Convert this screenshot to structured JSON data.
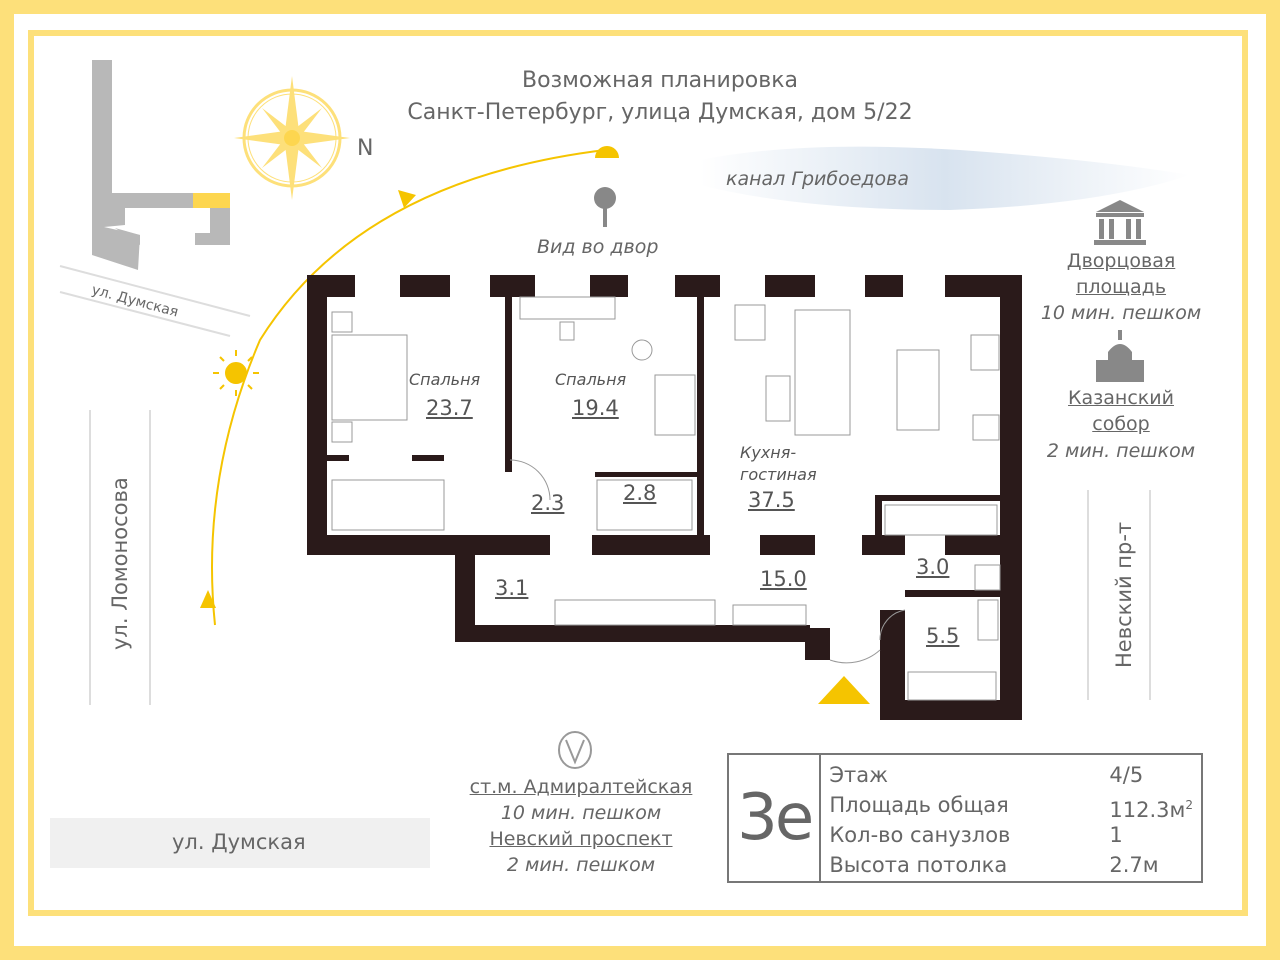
{
  "header": {
    "line1": "Возможная планировка",
    "line2": "Санкт-Петербург, улица Думская, дом 5/22"
  },
  "compass": {
    "north_label": "N"
  },
  "labels": {
    "canal": "канал Грибоедова",
    "view": "Вид во двор",
    "street_dumskaya_top": "ул. Думская",
    "street_lomonosova": "ул. Ломоносова",
    "street_nevsky": "Невский пр-т",
    "street_dumskaya_bottom": "ул. Думская"
  },
  "landmarks": [
    {
      "icon": "palace-icon",
      "name_line1": "Дворцовая",
      "name_line2": "площадь",
      "walk": "10 мин. пешком"
    },
    {
      "icon": "cathedral-icon",
      "name_line1": "Казанский",
      "name_line2": "собор",
      "walk": "2 мин. пешком"
    }
  ],
  "metro": {
    "icon": "metro-icon",
    "station1": "ст.м. Адмиралтейская",
    "walk1": "10 мин. пешком",
    "station2": "Невский проспект",
    "walk2": "2 мин. пешком"
  },
  "rooms": [
    {
      "name": "Спальня",
      "area": "23.7"
    },
    {
      "name": "Спальня",
      "area": "19.4"
    },
    {
      "name": "Кухня-гостиная",
      "area": "37.5"
    },
    {
      "name": "",
      "area": "2.3"
    },
    {
      "name": "",
      "area": "2.8"
    },
    {
      "name": "",
      "area": "3.1"
    },
    {
      "name": "",
      "area": "15.0"
    },
    {
      "name": "",
      "area": "3.0"
    },
    {
      "name": "",
      "area": "5.5"
    }
  ],
  "info": {
    "code": "3е",
    "rows": [
      {
        "label": "Этаж",
        "value": "4/5"
      },
      {
        "label": "Площадь общая",
        "value": "112.3м",
        "sup": "2"
      },
      {
        "label": "Кол-во санузлов",
        "value": "1"
      },
      {
        "label": "Высота потолка",
        "value": "2.7м"
      }
    ]
  },
  "colors": {
    "accent": "#fde07a",
    "sun": "#f5c400",
    "wall": "#2a1a1a",
    "building": "#b8b8b8"
  }
}
